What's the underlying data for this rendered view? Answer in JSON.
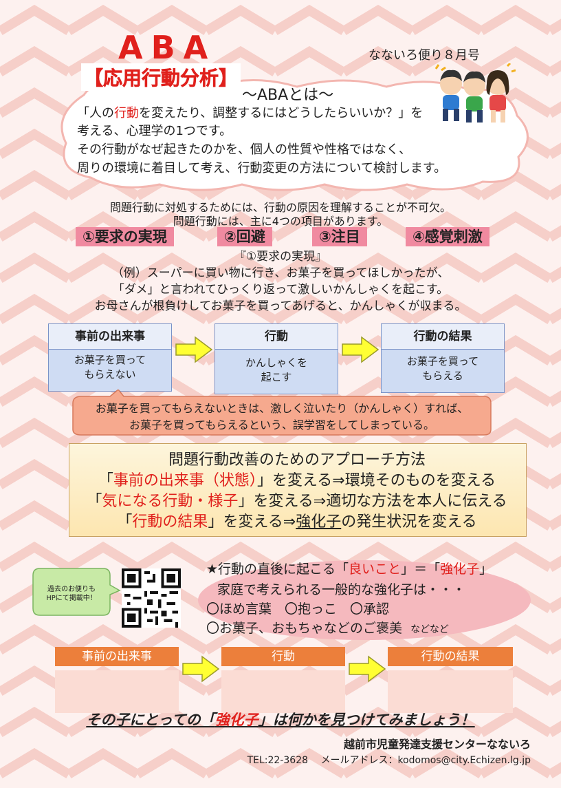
{
  "header": {
    "aba": "ABA",
    "subtitle": "【応用行動分析】",
    "issue": "なないろ便り８月号"
  },
  "cloud": {
    "heading": "～ABAとは～",
    "line1_pre": "「人の",
    "line1_red": "行動",
    "line1_post": "を変えたり、調整するにはどうしたらいいか？」を",
    "line2": "考える、心理学の1つです。",
    "line3": "その行動がなぜ起きたのかを、個人の性質や性格ではなく、",
    "line4": "周りの環境に着目して考え、行動変更の方法について検討します。"
  },
  "intro": {
    "line1": "問題行動に対処するためには、行動の原因を理解することが不可欠。",
    "line2": "問題行動には、主に4つの項目があります。"
  },
  "categories": [
    "①要求の実現",
    "②回避",
    "③注目",
    "④感覚刺激"
  ],
  "example": {
    "title": "『①要求の実現』",
    "line1": "（例）スーパーに買い物に行き、お菓子を買ってほしかったが、",
    "line2": "「ダメ」と言われてひっくり返って激しいかんしゃくを起こす。",
    "line3": "お母さんが根負けしてお菓子を買ってあげると、かんしゃくが収まる。"
  },
  "flow": [
    {
      "head": "事前の出来事",
      "body1": "お菓子を買って",
      "body2": "もらえない"
    },
    {
      "head": "行動",
      "body1": "かんしゃくを",
      "body2": "起こす"
    },
    {
      "head": "行動の結果",
      "body1": "お菓子を買って",
      "body2": "もらえる"
    }
  ],
  "misbox": {
    "line1": "お菓子を買ってもらえないときは、激しく泣いたり（かんしゃく）すれば、",
    "line2": "お菓子を買ってもらえるという、誤学習をしてしまっている。"
  },
  "approach": {
    "title": "問題行動改善のためのアプローチ方法",
    "r1_red": "事前の出来事（状態）",
    "r1_post": "を変える⇒環境そのものを変える",
    "r2_red": "気になる行動・様子",
    "r2_post": "を変える⇒適切な方法を本人に伝える",
    "r3_red": "行動の結果",
    "r3_mid": "を変える⇒",
    "r3_u": "強化子",
    "r3_post": "の発生状況を変える",
    "open": "「",
    "close": "」"
  },
  "callout": {
    "line1": "過去のお便りも",
    "line2": "HPにて掲載中！"
  },
  "reinforcer": {
    "l1_pre": "★行動の直後に起こる「",
    "l1_red1": "良いこと",
    "l1_mid": "」＝「",
    "l1_red2": "強化子",
    "l1_post": "」",
    "l2": "家庭で考えられる一般的な強化子は・・・",
    "l3": "〇ほめ言葉　〇抱っこ　〇承認",
    "l4": "〇お菓子、おもちゃなどのご褒美",
    "l4_small": "などなど"
  },
  "worksheet": [
    "事前の出来事",
    "行動",
    "行動の結果"
  ],
  "closing": {
    "pre": "その子にとっての「",
    "red": "強化子",
    "post": "」は何かを見つけてみましょう！"
  },
  "footer": {
    "org": "越前市児童発達支援センターなないろ",
    "contact": "TEL:22-3628　 メールアドレス：kodomos@city.Echizen.lg.jp"
  },
  "colors": {
    "accent_red": "#e0201c",
    "pink": "#f08aa0",
    "orange": "#ec7f3b",
    "flow_blue": "#cfdcf3",
    "yellow_arrow": "#ffff33"
  }
}
